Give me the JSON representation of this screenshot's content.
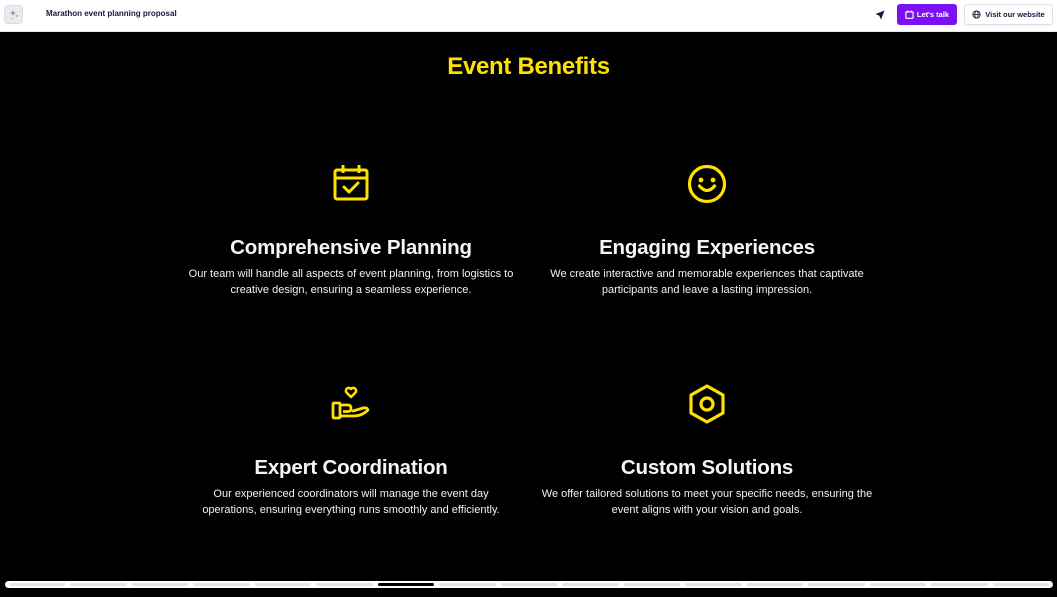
{
  "header": {
    "logo_icon": "sparkles-icon",
    "title": "Marathon event planning proposal",
    "share_icon": "send-arrow-icon",
    "talk_button": {
      "label": "Let's talk",
      "icon": "calendar-icon",
      "color": "#7b10f5"
    },
    "website_button": {
      "label": "Visit our website",
      "icon": "globe-icon"
    }
  },
  "slide": {
    "title": "Event Benefits",
    "accent_color": "#ffe100",
    "background": "#000000",
    "cards": [
      {
        "icon": "calendar-check-icon",
        "title": "Comprehensive Planning",
        "text": "Our team will handle all aspects of event planning, from logistics to creative design, ensuring a seamless experience."
      },
      {
        "icon": "smiley-icon",
        "title": "Engaging Experiences",
        "text": "We create interactive and memorable experiences that captivate participants and leave a lasting impression."
      },
      {
        "icon": "hand-heart-icon",
        "title": "Expert Coordination",
        "text": "Our experienced coordinators will manage the event day operations, ensuring everything runs smoothly and efficiently."
      },
      {
        "icon": "hexagon-nut-icon",
        "title": "Custom Solutions",
        "text": "We offer tailored solutions to meet your specific needs, ensuring the event aligns with your vision and goals."
      }
    ]
  },
  "progress": {
    "total_slides": 17,
    "current_slide": 7
  }
}
